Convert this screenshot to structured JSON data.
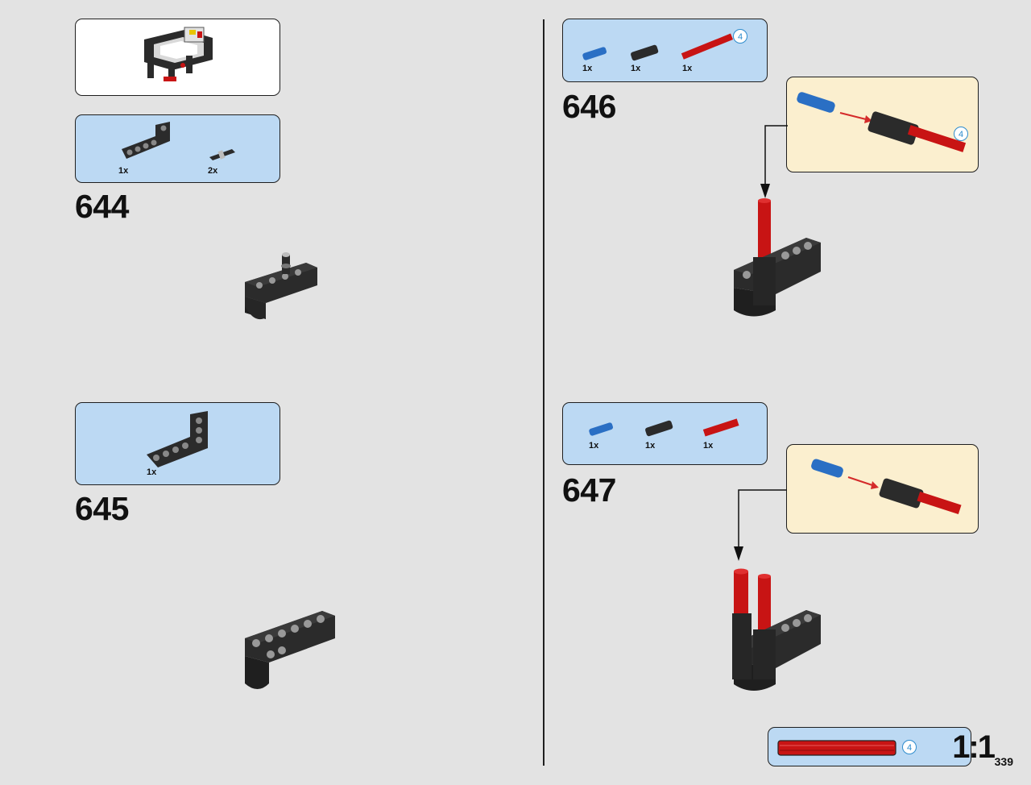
{
  "page_number": "339",
  "steps": [
    {
      "number": "644",
      "parts": [
        {
          "qty": "1x"
        },
        {
          "qty": "2x"
        }
      ]
    },
    {
      "number": "645",
      "parts": [
        {
          "qty": "1x"
        }
      ]
    },
    {
      "number": "646",
      "parts": [
        {
          "qty": "1x"
        },
        {
          "qty": "1x"
        },
        {
          "qty": "1x",
          "length": "4"
        }
      ],
      "callout_length": "4"
    },
    {
      "number": "647",
      "parts": [
        {
          "qty": "1x"
        },
        {
          "qty": "1x"
        },
        {
          "qty": "1x"
        }
      ]
    }
  ],
  "scale_guide": {
    "ratio": "1:1",
    "length": "4"
  },
  "colors": {
    "blue_part": "#2a6fc4",
    "black_part": "#2b2b2b",
    "red_part": "#c81414",
    "parts_box": "#bcd9f3",
    "callout_box": "#fbefcf",
    "length_marker": "#2e8ccd"
  }
}
